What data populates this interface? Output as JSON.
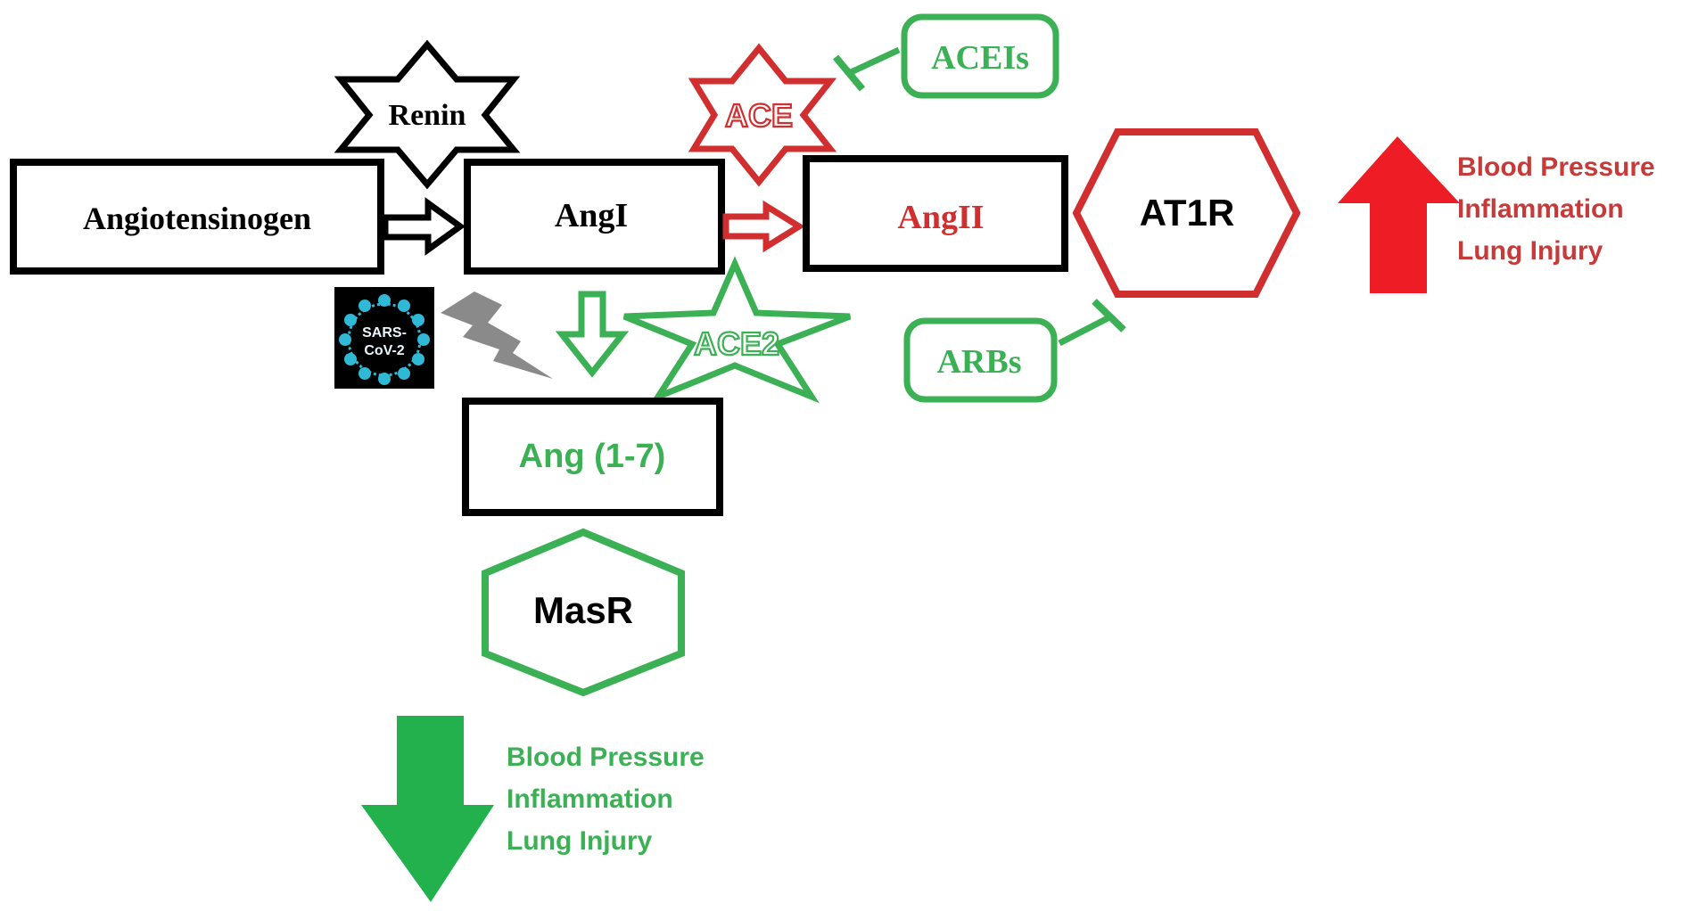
{
  "colors": {
    "black": "#000000",
    "red": "#d12f2f",
    "green": "#3bb054",
    "gray": "#8a8a8a",
    "virus_bg": "#000000",
    "virus_spikes": "#2fb9d6",
    "up_arrow": "#ee1c24",
    "down_arrow": "#22b14c"
  },
  "nodes": {
    "angiotensinogen": "Angiotensinogen",
    "ang1": "AngI",
    "ang2": "AngII",
    "ang17": "Ang (1-7)"
  },
  "enzymes": {
    "renin": "Renin",
    "ace": "ACE",
    "ace2": "ACE2"
  },
  "receptors": {
    "at1r": "AT1R",
    "masr": "MasR"
  },
  "drugs": {
    "aceis": "ACEIs",
    "arbs": "ARBs"
  },
  "virus": {
    "line1": "SARS-",
    "line2": "CoV-2"
  },
  "effects_up": [
    "Blood Pressure",
    "Inflammation",
    "Lung Injury"
  ],
  "effects_down": [
    "Blood Pressure",
    "Inflammation",
    "Lung Injury"
  ]
}
